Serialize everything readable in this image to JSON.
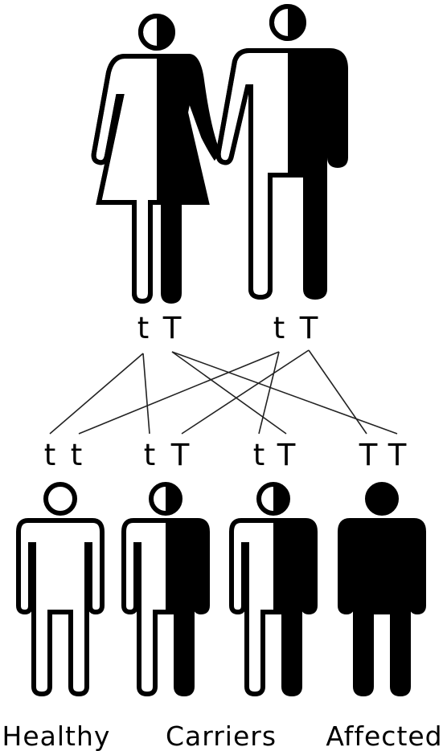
{
  "parents": [
    {
      "id": "mother",
      "genotype": [
        "t",
        "T"
      ],
      "status": "carrier"
    },
    {
      "id": "father",
      "genotype": [
        "t",
        "T"
      ],
      "status": "carrier"
    }
  ],
  "offspring": [
    {
      "id": "child-1",
      "genotype": [
        "t",
        "t"
      ],
      "status": "healthy"
    },
    {
      "id": "child-2",
      "genotype": [
        "t",
        "T"
      ],
      "status": "carrier"
    },
    {
      "id": "child-3",
      "genotype": [
        "t",
        "T"
      ],
      "status": "carrier"
    },
    {
      "id": "child-4",
      "genotype": [
        "T",
        "T"
      ],
      "status": "affected"
    }
  ],
  "captions": {
    "healthy": "Healthy",
    "carriers": "Carriers",
    "affected": "Affected"
  },
  "colors": {
    "fill": "#000000",
    "background": "#ffffff"
  }
}
